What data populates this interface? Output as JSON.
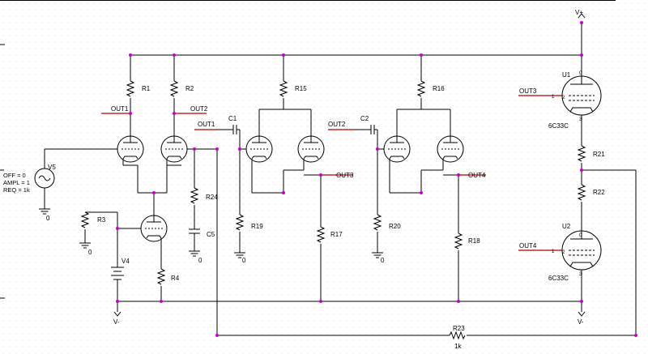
{
  "schematic": {
    "resistors": [
      "R1",
      "R2",
      "R3",
      "R4",
      "R15",
      "R16",
      "R17",
      "R18",
      "R19",
      "R20",
      "R21",
      "R22",
      "R23",
      "R24"
    ],
    "capacitors": [
      "C1",
      "C2",
      "C5"
    ],
    "sources": [
      "V4",
      "V5"
    ],
    "tubes": [
      "U1",
      "U2"
    ],
    "tube_model": "6C33C",
    "rails": {
      "positive": "V+",
      "negative": "V-"
    },
    "ground": "0",
    "nets": {
      "out1": "OUT1",
      "out2": "OUT2",
      "out3": "OUT3",
      "out4": "OUT4"
    },
    "r23_value": "1k",
    "v5_params": {
      "voff": "OFF = 0",
      "vampl": "AMPL = 1",
      "freq": "REQ = 1k"
    },
    "pins": {
      "grid": "1",
      "plate": "0",
      "cathode": "3",
      "heater": "2"
    }
  }
}
